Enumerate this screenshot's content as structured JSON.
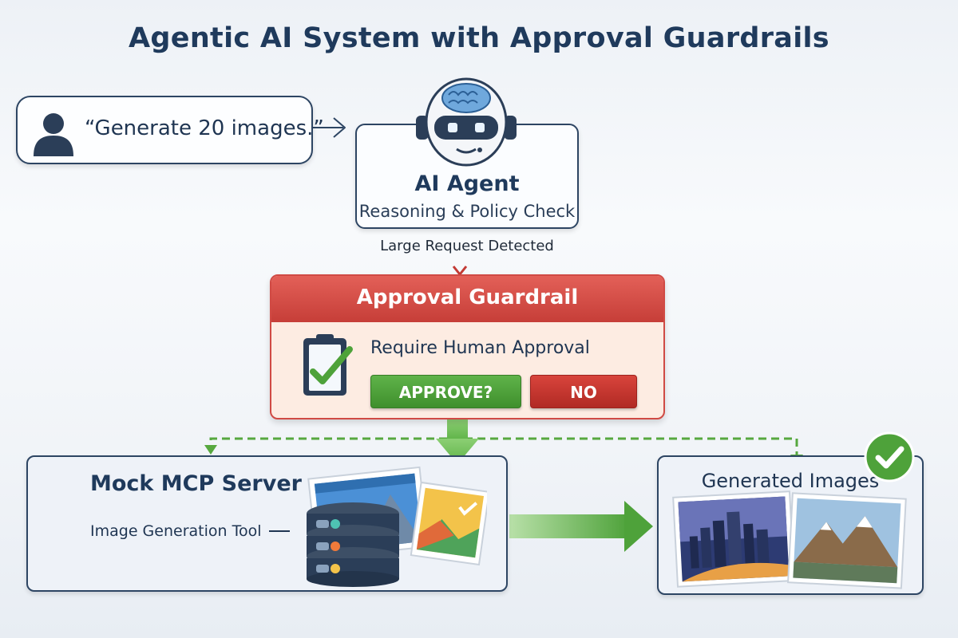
{
  "title": "Agentic AI System with Approval Guardrails",
  "user_request": {
    "text": "“Generate 20 images.”",
    "icon": "user-silhouette-icon"
  },
  "agent": {
    "title": "AI Agent",
    "subtitle": "Reasoning & Policy Check",
    "icon": "robot-brain-icon"
  },
  "detection_label": "Large Request Detected",
  "guardrail": {
    "title": "Approval Guardrail",
    "prompt": "Require Human Approval",
    "icon": "clipboard-check-icon",
    "approve_label": "APPROVE?",
    "reject_label": "NO"
  },
  "mcp_server": {
    "title": "Mock MCP Server",
    "tool_label": "Image Generation Tool",
    "icon": "database-server-icon"
  },
  "output": {
    "title": "Generated Images",
    "icon": "check-circle-icon"
  },
  "colors": {
    "navy": "#1f3a5c",
    "guard_red": "#d04a44",
    "approve_green": "#4ea23a",
    "flow_green": "#6dbd53"
  }
}
